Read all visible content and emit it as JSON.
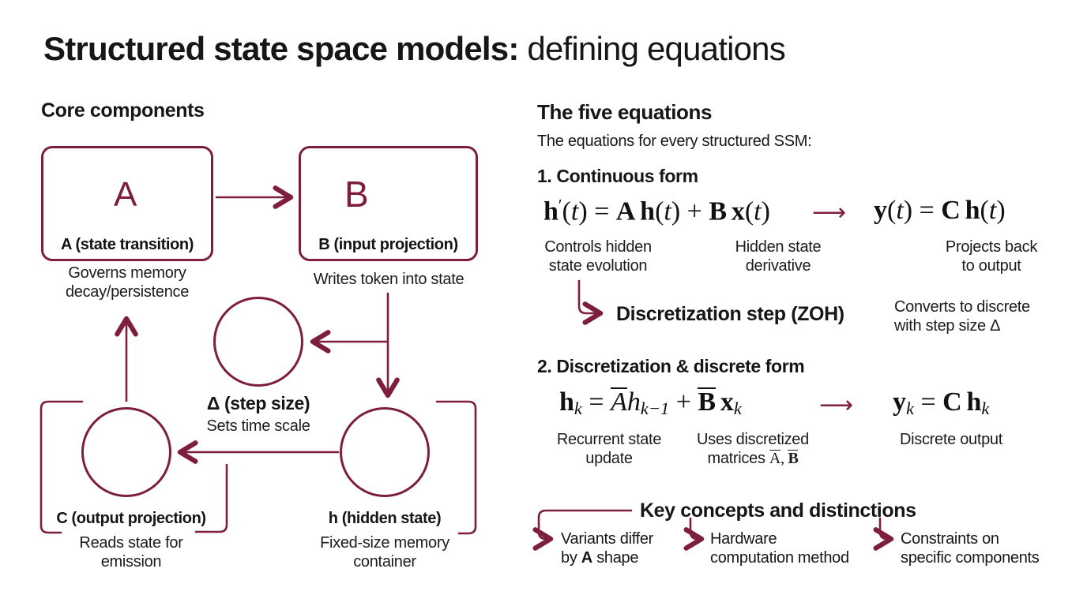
{
  "accent_color": "#7d1e3c",
  "title": {
    "emphasis": "Structured state space models:",
    "rest": " defining equations"
  },
  "left_panel": {
    "heading": "Core components",
    "nodes": {
      "a": {
        "key": "A",
        "rest": " (state transition)",
        "caption1": "Governs memory",
        "caption2": "decay/persistence",
        "glyph": "A",
        "icon": "loop-square-icon"
      },
      "b": {
        "key": "B",
        "rest": " (input projection)",
        "caption1": "Writes token into state",
        "glyph": "B",
        "icon": "column-vector-icon"
      },
      "delta": {
        "key": "Δ",
        "rest": " (step size)",
        "caption1": "Sets time scale",
        "icon": "delta-triangle-icon"
      },
      "h": {
        "key": "h",
        "rest": " (hidden state)",
        "caption1": "Fixed-size memory",
        "caption2": "container",
        "icon": "database-cylinder-icon"
      },
      "c": {
        "key": "C",
        "rest": " (output projection)",
        "caption1": "Reads state for",
        "caption2": "emission",
        "icon": "speaker-output-icon"
      }
    }
  },
  "right_panel": {
    "heading": "The five equations",
    "subheading": "The equations for every structured SSM:",
    "arrow_glyph": "⟶",
    "section1": {
      "heading": "1. Continuous form",
      "eq_main": [
        {
          "c": "bf",
          "t": "h"
        },
        {
          "c": "prime",
          "t": "′"
        },
        {
          "c": "rm",
          "t": "("
        },
        {
          "c": "it",
          "t": "t"
        },
        {
          "c": "rm",
          "t": ") = "
        },
        {
          "c": "bf",
          "t": "A"
        },
        {
          "c": "sp"
        },
        {
          "c": "bf",
          "t": "h"
        },
        {
          "c": "rm",
          "t": "("
        },
        {
          "c": "it",
          "t": "t"
        },
        {
          "c": "rm",
          "t": ") + "
        },
        {
          "c": "bf",
          "t": "B"
        },
        {
          "c": "sp"
        },
        {
          "c": "bf",
          "t": "x"
        },
        {
          "c": "rm",
          "t": "("
        },
        {
          "c": "it",
          "t": "t"
        },
        {
          "c": "rm",
          "t": ")"
        }
      ],
      "eq_result": [
        {
          "c": "bf",
          "t": "y"
        },
        {
          "c": "rm",
          "t": "("
        },
        {
          "c": "it",
          "t": "t"
        },
        {
          "c": "rm",
          "t": ") = "
        },
        {
          "c": "bf",
          "t": "C"
        },
        {
          "c": "sp"
        },
        {
          "c": "bf",
          "t": "h"
        },
        {
          "c": "rm",
          "t": "("
        },
        {
          "c": "it",
          "t": "t"
        },
        {
          "c": "rm",
          "t": ")"
        }
      ],
      "captions": [
        {
          "l1": "Controls hidden",
          "l2": "state evolution"
        },
        {
          "l1": "Hidden state",
          "l2": "derivative"
        },
        {
          "l1": "Projects back",
          "l2": "to output"
        }
      ],
      "discretization_label": "Discretization step (ZOH)",
      "discretization_note1": "Converts to discrete",
      "discretization_note2": "with step size Δ"
    },
    "section2": {
      "heading": "2. Discretization & discrete form",
      "eq_main": [
        {
          "c": "bf",
          "t": "h"
        },
        {
          "c": "sub",
          "t": "k"
        },
        {
          "c": "rm",
          "t": " = "
        },
        {
          "c": "itbar",
          "t": "A"
        },
        {
          "c": "it",
          "t": "h"
        },
        {
          "c": "sub",
          "t": "k−1"
        },
        {
          "c": "rm",
          "t": " + "
        },
        {
          "c": "bfbar",
          "t": "B"
        },
        {
          "c": "sp"
        },
        {
          "c": "bf",
          "t": "x"
        },
        {
          "c": "sub",
          "t": "k"
        }
      ],
      "eq_result": [
        {
          "c": "bf",
          "t": "y"
        },
        {
          "c": "sub",
          "t": "k"
        },
        {
          "c": "rm",
          "t": " = "
        },
        {
          "c": "bf",
          "t": "C"
        },
        {
          "c": "sp"
        },
        {
          "c": "bf",
          "t": "h"
        },
        {
          "c": "sub",
          "t": "k"
        }
      ],
      "captions": [
        {
          "l1": "Recurrent state",
          "l2": "update"
        },
        {
          "l1": "Uses discretized"
        },
        {
          "l1": "Discrete output"
        }
      ],
      "caption2_line2_tokens": [
        {
          "c": "sans",
          "t": "matrices "
        },
        {
          "c": "rmbar",
          "t": "A"
        },
        {
          "c": "rm",
          "t": ", "
        },
        {
          "c": "bfbar",
          "t": "B"
        }
      ]
    },
    "key_concepts": {
      "heading": "Key concepts and distinctions",
      "items": [
        {
          "l1": "Variants differ",
          "l2_prefix": "by ",
          "l2_bold": "A",
          "l2_suffix": " shape"
        },
        {
          "l1": "Hardware",
          "l2": "computation method"
        },
        {
          "l1": "Constraints on",
          "l2": "specific components"
        }
      ]
    }
  }
}
